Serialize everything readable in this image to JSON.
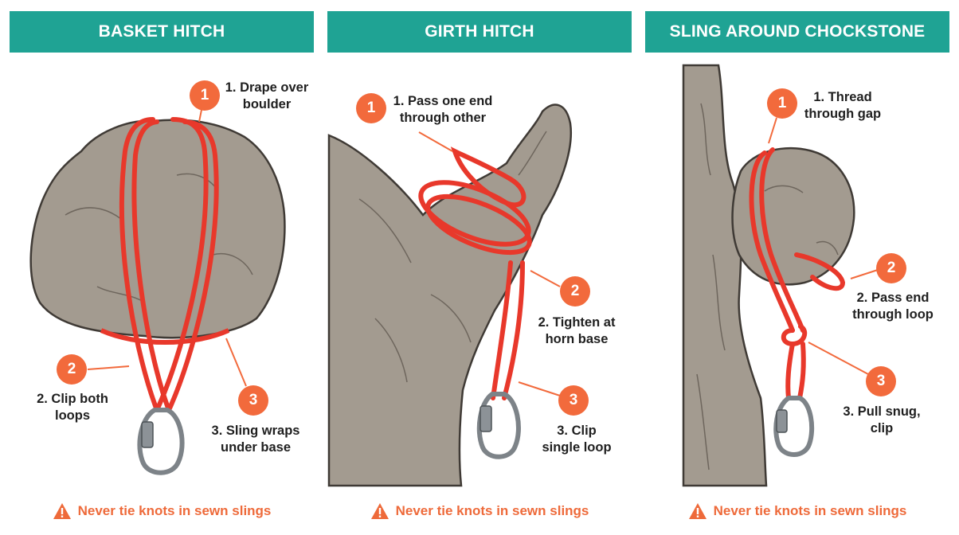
{
  "colors": {
    "header_bg": "#1fa394",
    "accent": "#f26a3c",
    "sling": "#e8382b",
    "rock": "#a39b90",
    "warning": "#ee6a3a"
  },
  "panels": [
    {
      "title": "BASKET HITCH",
      "steps": [
        {
          "number": "1",
          "line1": "1. Drape over",
          "line2": "boulder"
        },
        {
          "number": "2",
          "line1": "2. Clip both",
          "line2": "loops"
        },
        {
          "number": "3",
          "line1": "3. Sling wraps",
          "line2": "under base"
        }
      ],
      "warning": "Never tie knots in sewn slings",
      "warning_icon": "warning-triangle-icon"
    },
    {
      "title": "GIRTH HITCH",
      "steps": [
        {
          "number": "1",
          "line1": "1. Pass one end",
          "line2": "through other"
        },
        {
          "number": "2",
          "line1": "2. Tighten at",
          "line2": "horn base"
        },
        {
          "number": "3",
          "line1": "3. Clip",
          "line2": "single loop"
        }
      ],
      "warning": "Never tie knots in sewn slings",
      "warning_icon": "warning-triangle-icon"
    },
    {
      "title": "SLING AROUND CHOCKSTONE",
      "steps": [
        {
          "number": "1",
          "line1": "1. Thread",
          "line2": "through gap"
        },
        {
          "number": "2",
          "line1": "2. Pass end",
          "line2": "through loop"
        },
        {
          "number": "3",
          "line1": "3. Pull snug,",
          "line2": "clip"
        }
      ],
      "warning": "Never tie knots in sewn slings",
      "warning_icon": "warning-triangle-icon"
    }
  ]
}
